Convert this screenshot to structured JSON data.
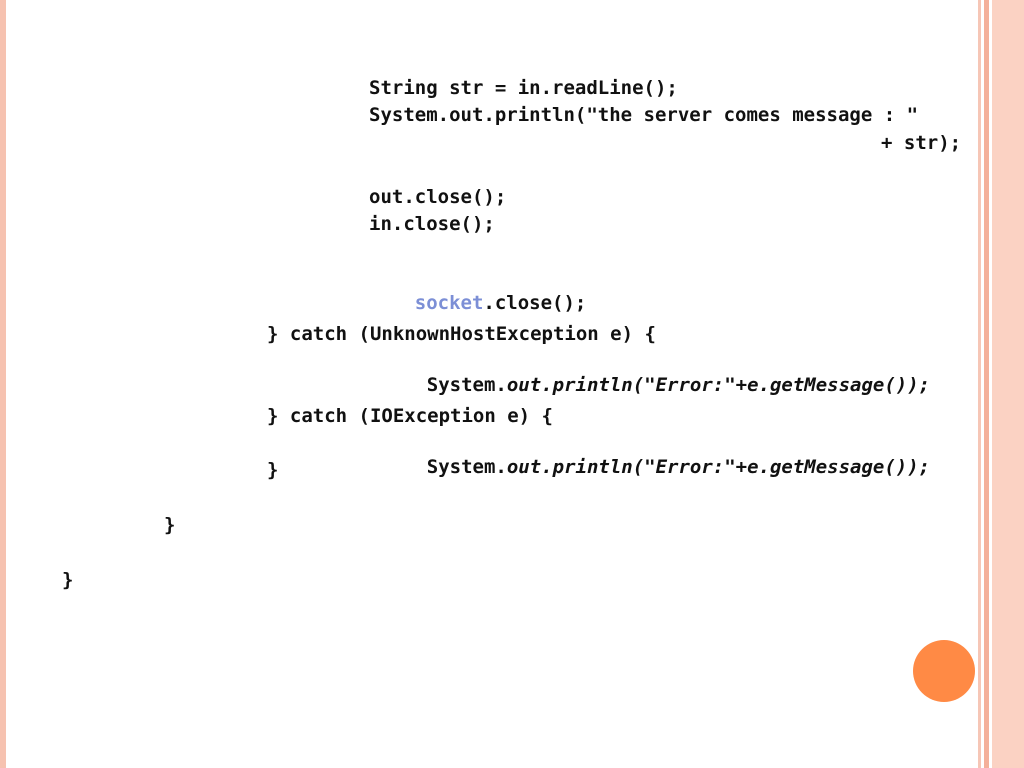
{
  "code": {
    "line1": "String str = in.readLine();",
    "line2": "System.out.println(\"the server comes message : \"",
    "line3": "+ str);",
    "line4": "out.close();",
    "line5": "in.close();",
    "line6_a": "socket",
    "line6_b": ".close();",
    "line7": "} catch (UnknownHostException e) {",
    "line8_a": "System.",
    "line8_b": "out",
    "line8_c": ".",
    "line8_d": "println(\"Error:\"+e.getMessage());",
    "line9": "} catch (IOException e) {",
    "line10_a": "System.",
    "line10_b": "out",
    "line10_c": ".",
    "line10_d": "println(\"Error:\"+e.getMessage());",
    "line11": "}",
    "line12": "}",
    "line13": "}"
  },
  "colors": {
    "accent_circle": "#ff8a45",
    "stripe_pink": "#fbd2c3",
    "keyword_blue": "#7c8fd6"
  }
}
